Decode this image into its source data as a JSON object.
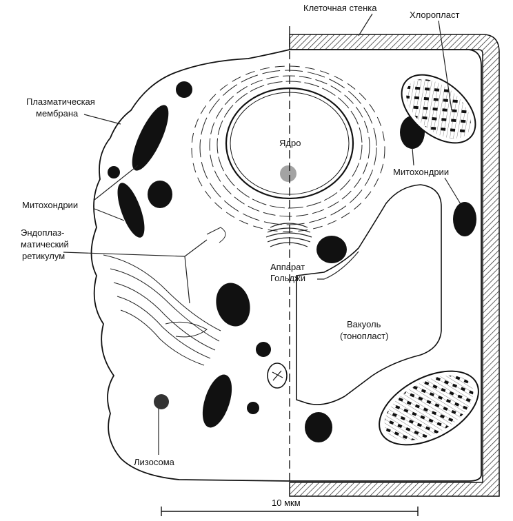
{
  "labels": {
    "cell_wall": "Клеточная  стенка",
    "chloroplast": "Хлоропласт",
    "plasma_membrane_1": "Плазматическая",
    "plasma_membrane_2": "мембрана",
    "nucleus": "Ядро",
    "mitochondria_left": "Митохондрии",
    "mitochondria_right": "Митохондрии",
    "er_1": "Эндоплаз-",
    "er_2": "матический",
    "er_3": "ретикулум",
    "golgi_1": "Аппарат",
    "golgi_2": "Гольджи",
    "vacuole_1": "Вакуоль",
    "vacuole_2": "(тонопласт)",
    "lysosome": "Лизосома",
    "scale": "10 мкм"
  }
}
